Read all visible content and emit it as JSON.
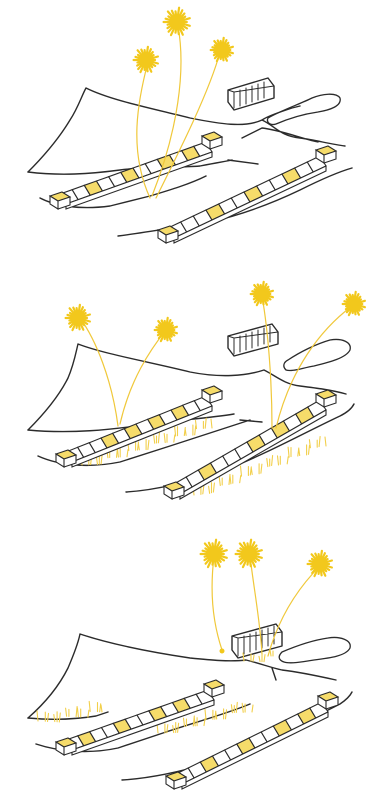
{
  "colors": {
    "ink": "#2b2b2b",
    "sun": "#f2c81c",
    "sun_line": "#f0c83a",
    "tile_fill": "#f6dc6a",
    "hatch": "#f2cf4a",
    "paper": "#ffffff"
  },
  "panels": [
    {
      "id": "panel-1",
      "sun_count": 3,
      "highlight": "sun-rays-converge-on-left-pier"
    },
    {
      "id": "panel-2",
      "sun_count": 4,
      "highlight": "light-reaching-both-piers"
    },
    {
      "id": "panel-3",
      "sun_count": 3,
      "highlight": "light-spread-over-water-channels"
    }
  ]
}
